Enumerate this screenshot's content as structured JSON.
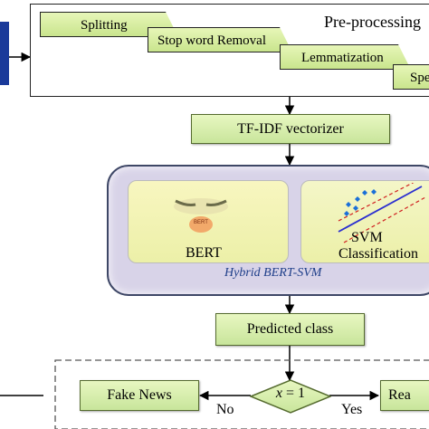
{
  "preprocessing": {
    "title": "Pre-processing",
    "steps": [
      "Splitting",
      "Stop word Removal",
      "Lemmatization",
      "Spe"
    ]
  },
  "vectorizer": {
    "label": "TF-IDF vectorizer"
  },
  "hybrid": {
    "caption": "Hybrid BERT-SVM",
    "bert": {
      "label": "BERT",
      "badge": "BERT"
    },
    "svm": {
      "label_line1": "SVM",
      "label_line2": "Classification"
    }
  },
  "predicted": {
    "label": "Predicted class"
  },
  "decision": {
    "condition_var": "x",
    "condition_rest": " = 1",
    "no_label": "No",
    "yes_label": "Yes",
    "fake_label": "Fake News",
    "real_label": "Rea"
  },
  "colors": {
    "step_fill": "#d4ec9f",
    "box_fill": "#d9efae",
    "hybrid_frame": "#d8d3e8",
    "hybrid_border": "#3e4766",
    "caption_color": "#1f3f8a",
    "input_block": "#1a3a9a",
    "svm_line": "#2b2fd0",
    "svm_dashed": "#d02020",
    "svm_points": "#1a6fd8"
  }
}
